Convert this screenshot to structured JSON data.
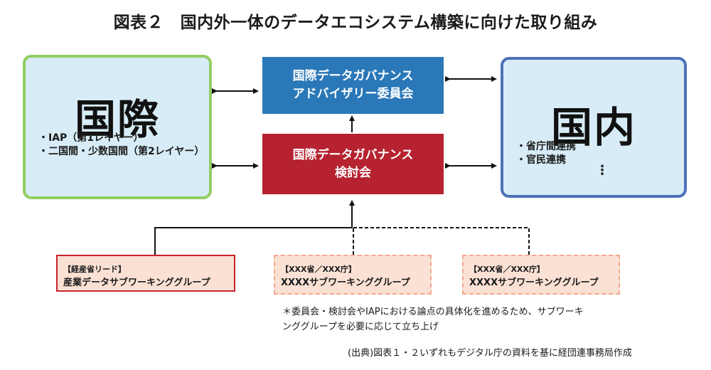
{
  "title": "図表２　国内外一体のデータエコシステム構築に向けた取り組み",
  "international": {
    "heading": "国際",
    "items": [
      "IAP（第1レイヤー）",
      "二国間・少数国間（第2レイヤー）"
    ]
  },
  "domestic": {
    "heading": "国内",
    "items": [
      "省庁間連携",
      "官民連携"
    ],
    "more": "⋮"
  },
  "advisory": {
    "line1": "国際データガバナンス",
    "line2": "アドバイザリー委員会"
  },
  "review": {
    "line1": "国際データガバナンス",
    "line2": "検討会"
  },
  "working_groups": [
    {
      "lead": "【経産省リード】",
      "name": "産業データサブワーキンググループ"
    },
    {
      "lead": "【XXX省／XXX庁】",
      "name": "XXXXサブワーキンググループ"
    },
    {
      "lead": "【XXX省／XXX庁】",
      "name": "XXXXサブワーキンググループ"
    }
  ],
  "note": {
    "line1": "＊委員会・検討会やIAPにおける論点の具体化を進めるため、サブワーキ",
    "line2": "ンググループを必要に応じて立ち上げ"
  },
  "source": "(出典)図表１・２いずれもデジタル庁の資料を基に経団連事務局作成",
  "colors": {
    "international_border": "#92cd63",
    "domestic_border": "#4d72b8",
    "box_fill": "#d7ecf6",
    "advisory_fill": "#2a78b8",
    "review_fill": "#b62230",
    "wg_fill": "#fbe1d4"
  }
}
